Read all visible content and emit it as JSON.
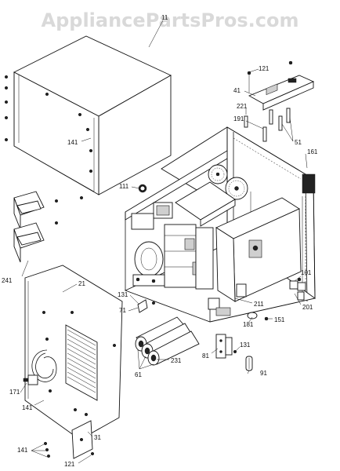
{
  "watermark": "AppliancePartsPros.com",
  "callouts": {
    "c11": "11",
    "c141a": "141",
    "c121a": "121",
    "c41": "41",
    "c221": "221",
    "c191": "191",
    "c51": "51",
    "c161": "161",
    "c111": "111",
    "c241": "241",
    "c21": "21",
    "c131a": "131",
    "c71": "71",
    "c101": "101",
    "c211": "211",
    "c201": "201",
    "c181": "181",
    "c151": "151",
    "c131b": "131",
    "c81": "81",
    "c91": "91",
    "c231": "231",
    "c61": "61",
    "c171": "171",
    "c141b": "141",
    "c31": "31",
    "c141c": "141",
    "c121b": "121"
  }
}
